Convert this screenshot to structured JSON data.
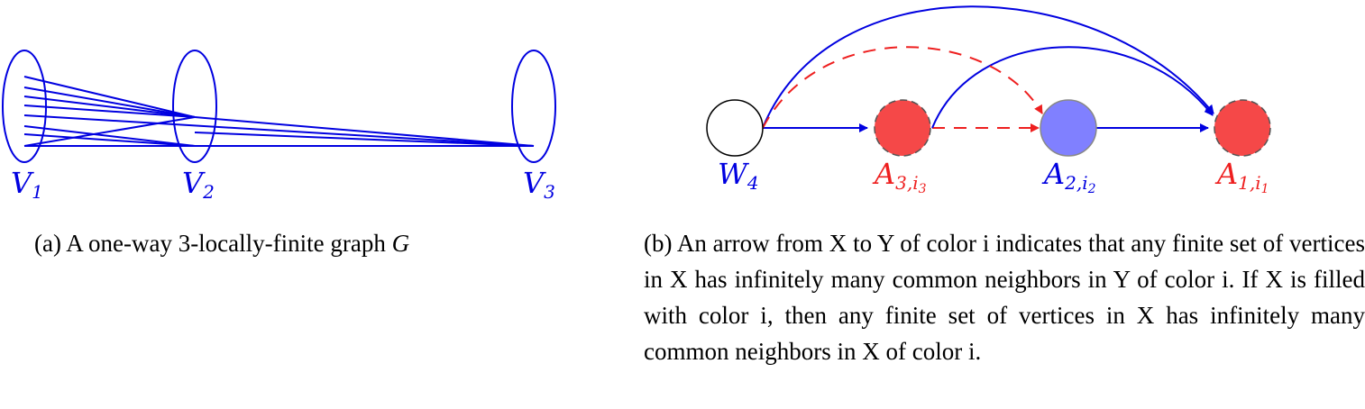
{
  "panel_a": {
    "labels": [
      {
        "main": "V",
        "sub": "1"
      },
      {
        "main": "V",
        "sub": "2"
      },
      {
        "main": "V",
        "sub": "3"
      }
    ],
    "caption": {
      "prefix": "(a) A one-way 3-locally-finite graph ",
      "graph_symbol": "G"
    },
    "color": "#0000e0"
  },
  "panel_b": {
    "nodes": [
      {
        "main": "W",
        "sub": "4",
        "fill": "#ffffff",
        "label_color": "#0000e0"
      },
      {
        "main": "A",
        "sub": "3,i",
        "subsub": "3",
        "fill": "#f54848",
        "label_color": "#ee1f1f"
      },
      {
        "main": "A",
        "sub": "2,i",
        "subsub": "2",
        "fill": "#8080ff",
        "label_color": "#0000e0"
      },
      {
        "main": "A",
        "sub": "1,i",
        "subsub": "1",
        "fill": "#f54848",
        "label_color": "#ee1f1f"
      }
    ],
    "caption": "(b) An arrow from X to Y of color i indicates that any finite set of vertices in X has infinitely many common neighbors in Y of color i. If X is filled with color i, then any finite set of vertices in X has infinitely many common neighbors in X of color i.",
    "edge_colors": {
      "blue": "#0000e0",
      "red": "#ee1f1f"
    }
  }
}
